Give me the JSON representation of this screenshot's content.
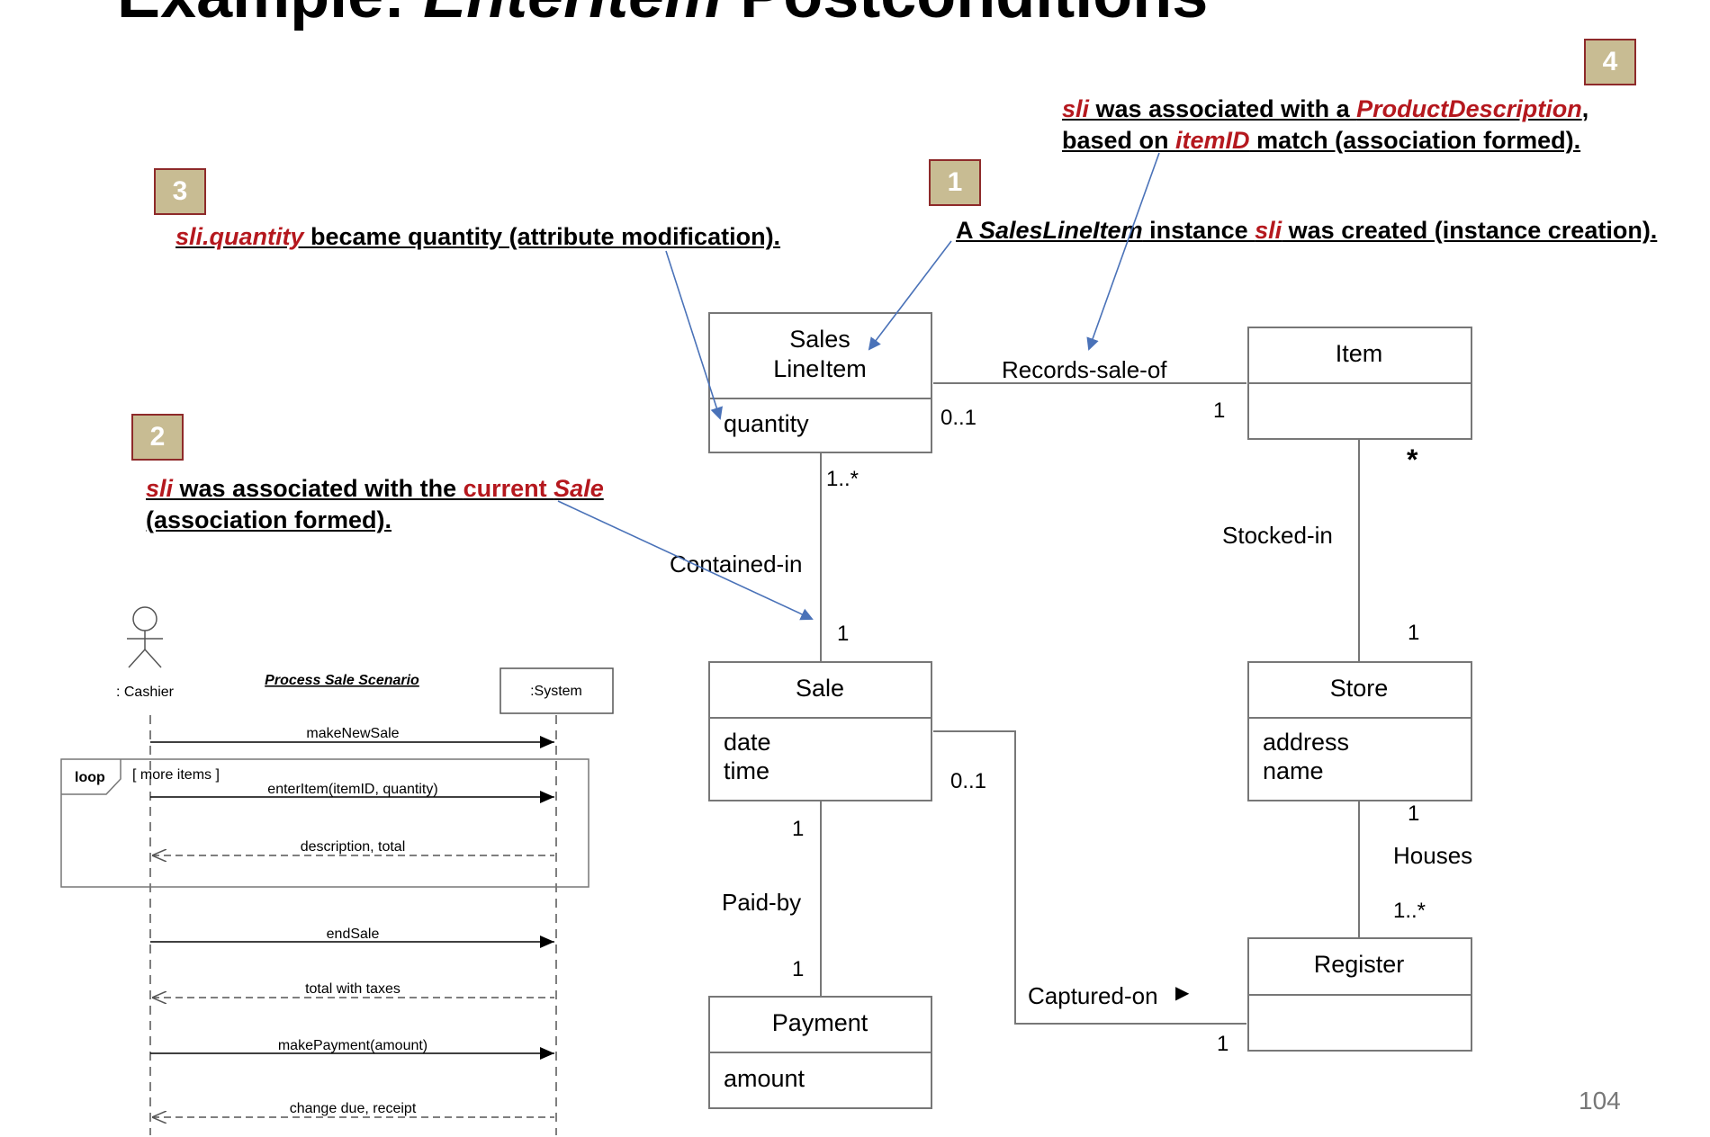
{
  "slide": {
    "title_part1": "Example: ",
    "title_italic": "EnterItem",
    "title_part2": " Postconditions",
    "page_number": "104"
  },
  "annotations": [
    {
      "badge": "1",
      "segments": [
        {
          "text": "A ",
          "style": "plain"
        },
        {
          "text": "SalesLineItem",
          "style": "italic"
        },
        {
          "text": " instance ",
          "style": "plain"
        },
        {
          "text": "sli",
          "style": "red-italic"
        },
        {
          "text": " was created (instance creation).",
          "style": "plain"
        }
      ]
    },
    {
      "badge": "2",
      "lines": [
        [
          {
            "text": "sli",
            "style": "red-italic"
          },
          {
            "text": " was associated with the ",
            "style": "plain"
          },
          {
            "text": "current ",
            "style": "red"
          },
          {
            "text": "Sale",
            "style": "red-italic"
          }
        ],
        [
          {
            "text": "(association formed).",
            "style": "plain"
          }
        ]
      ]
    },
    {
      "badge": "3",
      "segments": [
        {
          "text": "sli.quantity",
          "style": "red-italic"
        },
        {
          "text": " became quantity (attribute modification).",
          "style": "plain"
        }
      ]
    },
    {
      "badge": "4",
      "lines": [
        [
          {
            "text": "sli",
            "style": "red-italic"
          },
          {
            "text": " was associated with a ",
            "style": "plain"
          },
          {
            "text": "ProductDescription",
            "style": "red-italic"
          },
          {
            "text": ",",
            "style": "plain"
          }
        ],
        [
          {
            "text": "based on ",
            "style": "plain"
          },
          {
            "text": "itemID",
            "style": "red-italic"
          },
          {
            "text": " match (association formed).",
            "style": "plain"
          }
        ]
      ]
    }
  ],
  "domain_model": {
    "classes": {
      "saleslineitem": {
        "name_line1": "Sales",
        "name_line2": "LineItem",
        "attributes": [
          "quantity"
        ]
      },
      "item": {
        "name": "Item",
        "attributes": []
      },
      "sale": {
        "name": "Sale",
        "attributes": [
          "date",
          "time"
        ]
      },
      "store": {
        "name": "Store",
        "attributes": [
          "address",
          "name"
        ]
      },
      "payment": {
        "name": "Payment",
        "attributes": [
          "amount"
        ]
      },
      "register": {
        "name": "Register",
        "attributes": []
      }
    },
    "associations": {
      "records_sale_of": {
        "label": "Records-sale-of",
        "mult_source": "0..1",
        "mult_target": "1"
      },
      "contained_in": {
        "label": "Contained-in",
        "mult_source": "1..*",
        "mult_target": "1"
      },
      "stocked_in": {
        "label": "Stocked-in",
        "mult_source": "*",
        "mult_target": "1"
      },
      "paid_by": {
        "label": "Paid-by",
        "mult_source": "1",
        "mult_target": "1"
      },
      "houses": {
        "label": "Houses",
        "mult_source": "1",
        "mult_target": "1..*"
      },
      "captured_on": {
        "label": "Captured-on",
        "arrow": "▶",
        "mult_source": "0..1",
        "mult_target": "1"
      }
    }
  },
  "sequence_diagram": {
    "title": "Process Sale Scenario",
    "actor": ": Cashier",
    "system": ":System",
    "loop_label": "loop",
    "loop_guard": "[ more items ]",
    "messages": [
      {
        "label": "makeNewSale",
        "kind": "call"
      },
      {
        "label": "enterItem(itemID, quantity)",
        "kind": "call"
      },
      {
        "label": "description, total",
        "kind": "return"
      },
      {
        "label": "endSale",
        "kind": "call"
      },
      {
        "label": "total with taxes",
        "kind": "return"
      },
      {
        "label": "makePayment(amount)",
        "kind": "call"
      },
      {
        "label": "change due, receipt",
        "kind": "return"
      }
    ]
  },
  "colors": {
    "badge_fill": "#c8bc93",
    "badge_border": "#8e2a2a",
    "highlight_red": "#b5181e",
    "annotation_arrow": "#4a72b8",
    "diagram_line": "#777777"
  }
}
